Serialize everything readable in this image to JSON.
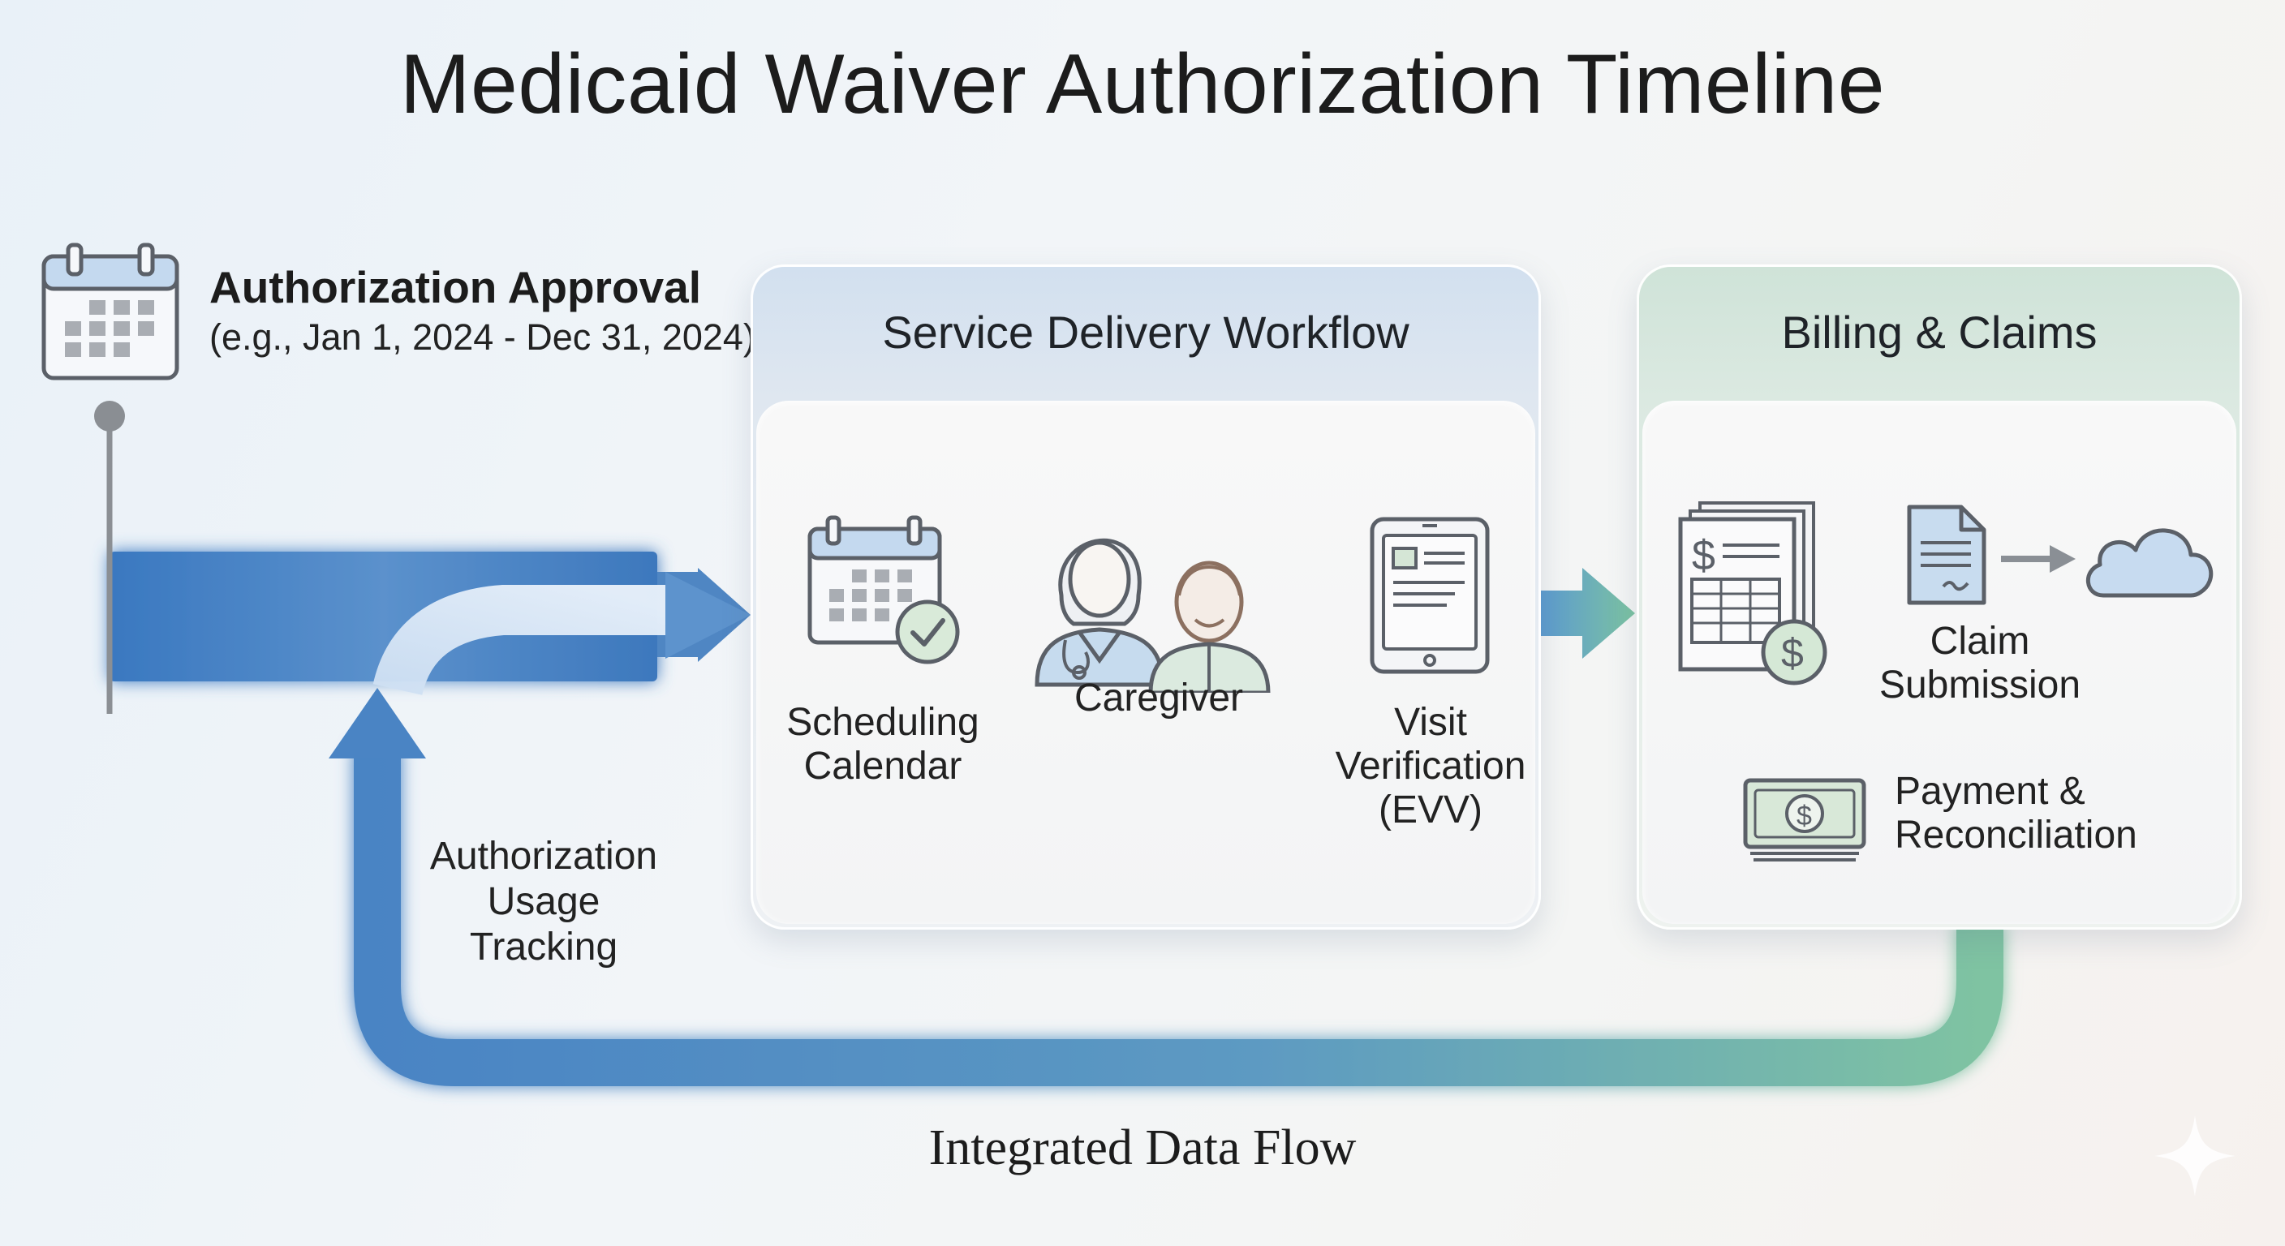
{
  "title": "Medicaid Waiver Authorization Timeline",
  "authorization": {
    "title": "Authorization Approval",
    "dates": "(e.g., Jan 1, 2024 - Dec 31, 2024)"
  },
  "service_panel": {
    "title": "Service Delivery Workflow",
    "items": [
      {
        "label_line1": "Scheduling",
        "label_line2": "Calendar",
        "icon": "calendar-check-icon"
      },
      {
        "label_line1": "Caregiver",
        "label_line2": "",
        "icon": "caregiver-icon"
      },
      {
        "label_line1": "Visit",
        "label_line2": "Verification",
        "label_line3": "(EVV)",
        "icon": "tablet-icon"
      }
    ]
  },
  "billing_panel": {
    "title": "Billing & Claims",
    "claim_line1": "Claim",
    "claim_line2": "Submission",
    "payment_line1": "Payment &",
    "payment_line2": "Reconciliation",
    "icons": [
      "invoice-icon",
      "document-icon",
      "arrow-right-icon",
      "cloud-icon",
      "cash-icon"
    ]
  },
  "usage_tracking": {
    "line1": "Authorization",
    "line2": "Usage Tracking"
  },
  "flow_label": "Integrated Data Flow",
  "colors": {
    "blue_flow": "#4a84c4",
    "green_flow": "#7cc2a0",
    "service_header": "#d2e0ef",
    "billing_header": "#cfe3d8",
    "icon_stroke": "#555c66"
  }
}
